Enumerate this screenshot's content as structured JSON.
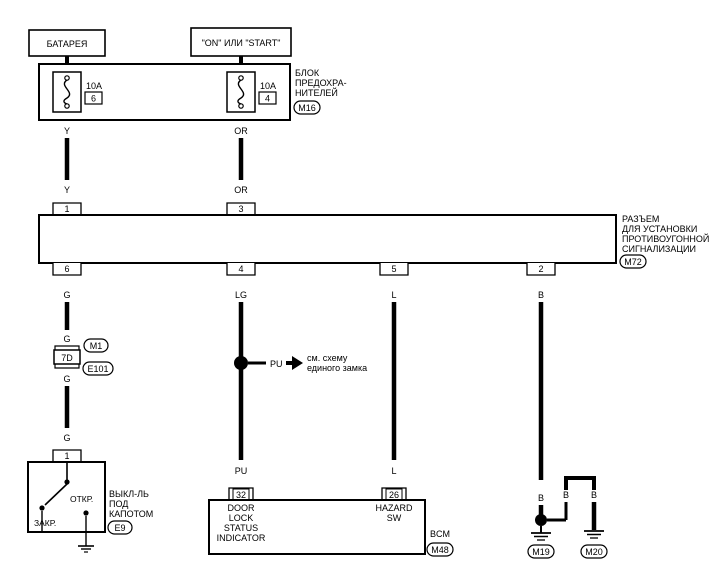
{
  "sources": {
    "battery": "БАТАРЕЯ",
    "ignition": "\"ON\" ИЛИ \"START\""
  },
  "fuse_block": {
    "label_lines": [
      "БЛОК",
      "ПРЕДОХРА-",
      "НИТЕЛЕЙ"
    ],
    "connector": "M16",
    "fuse1": {
      "rating": "10A",
      "number": "6"
    },
    "fuse2": {
      "rating": "10A",
      "number": "4"
    }
  },
  "wires": {
    "battery_top": "Y",
    "battery_bottom": "Y",
    "ign_top": "OR",
    "ign_bottom": "OR",
    "p6": "G",
    "p6_mid_top": "G",
    "p6_mid_bottom": "G",
    "p6_low": "G",
    "p4": "LG",
    "p4_low": "PU",
    "splice": "PU",
    "p5": "L",
    "p5_low": "L",
    "p2": "B",
    "p2_low": "B",
    "ground_b1": "B",
    "ground_b2": "B"
  },
  "alarm_connector": {
    "label_lines": [
      "РАЗЪЕМ",
      "ДЛЯ УСТАНОВКИ",
      "ПРОТИВОУГОННОЙ",
      "СИГНАЛИЗАЦИИ"
    ],
    "connector": "M72",
    "pins_top": [
      "1",
      "3"
    ],
    "pins_bottom": [
      "6",
      "4",
      "5",
      "2"
    ]
  },
  "joint_connector": {
    "pin": "7D",
    "connector_top": "M1",
    "connector_bottom": "E101"
  },
  "splice_note_lines": [
    "см. схему",
    "единого замка"
  ],
  "hood_switch": {
    "pin": "1",
    "open_label": "ОТКР.",
    "closed_label": "ЗАКР.",
    "label_lines": [
      "ВЫКЛ-ЛЬ",
      "ПОД",
      "КАПОТОМ"
    ],
    "connector": "E9"
  },
  "bcm": {
    "pin_door": "32",
    "pin_hazard": "26",
    "door_lines": [
      "DOOR",
      "LOCK",
      "STATUS",
      "INDICATOR"
    ],
    "hazard_lines": [
      "HAZARD",
      "SW"
    ],
    "label": "BCM",
    "connector": "M48"
  },
  "grounds": [
    "M19",
    "M20"
  ]
}
